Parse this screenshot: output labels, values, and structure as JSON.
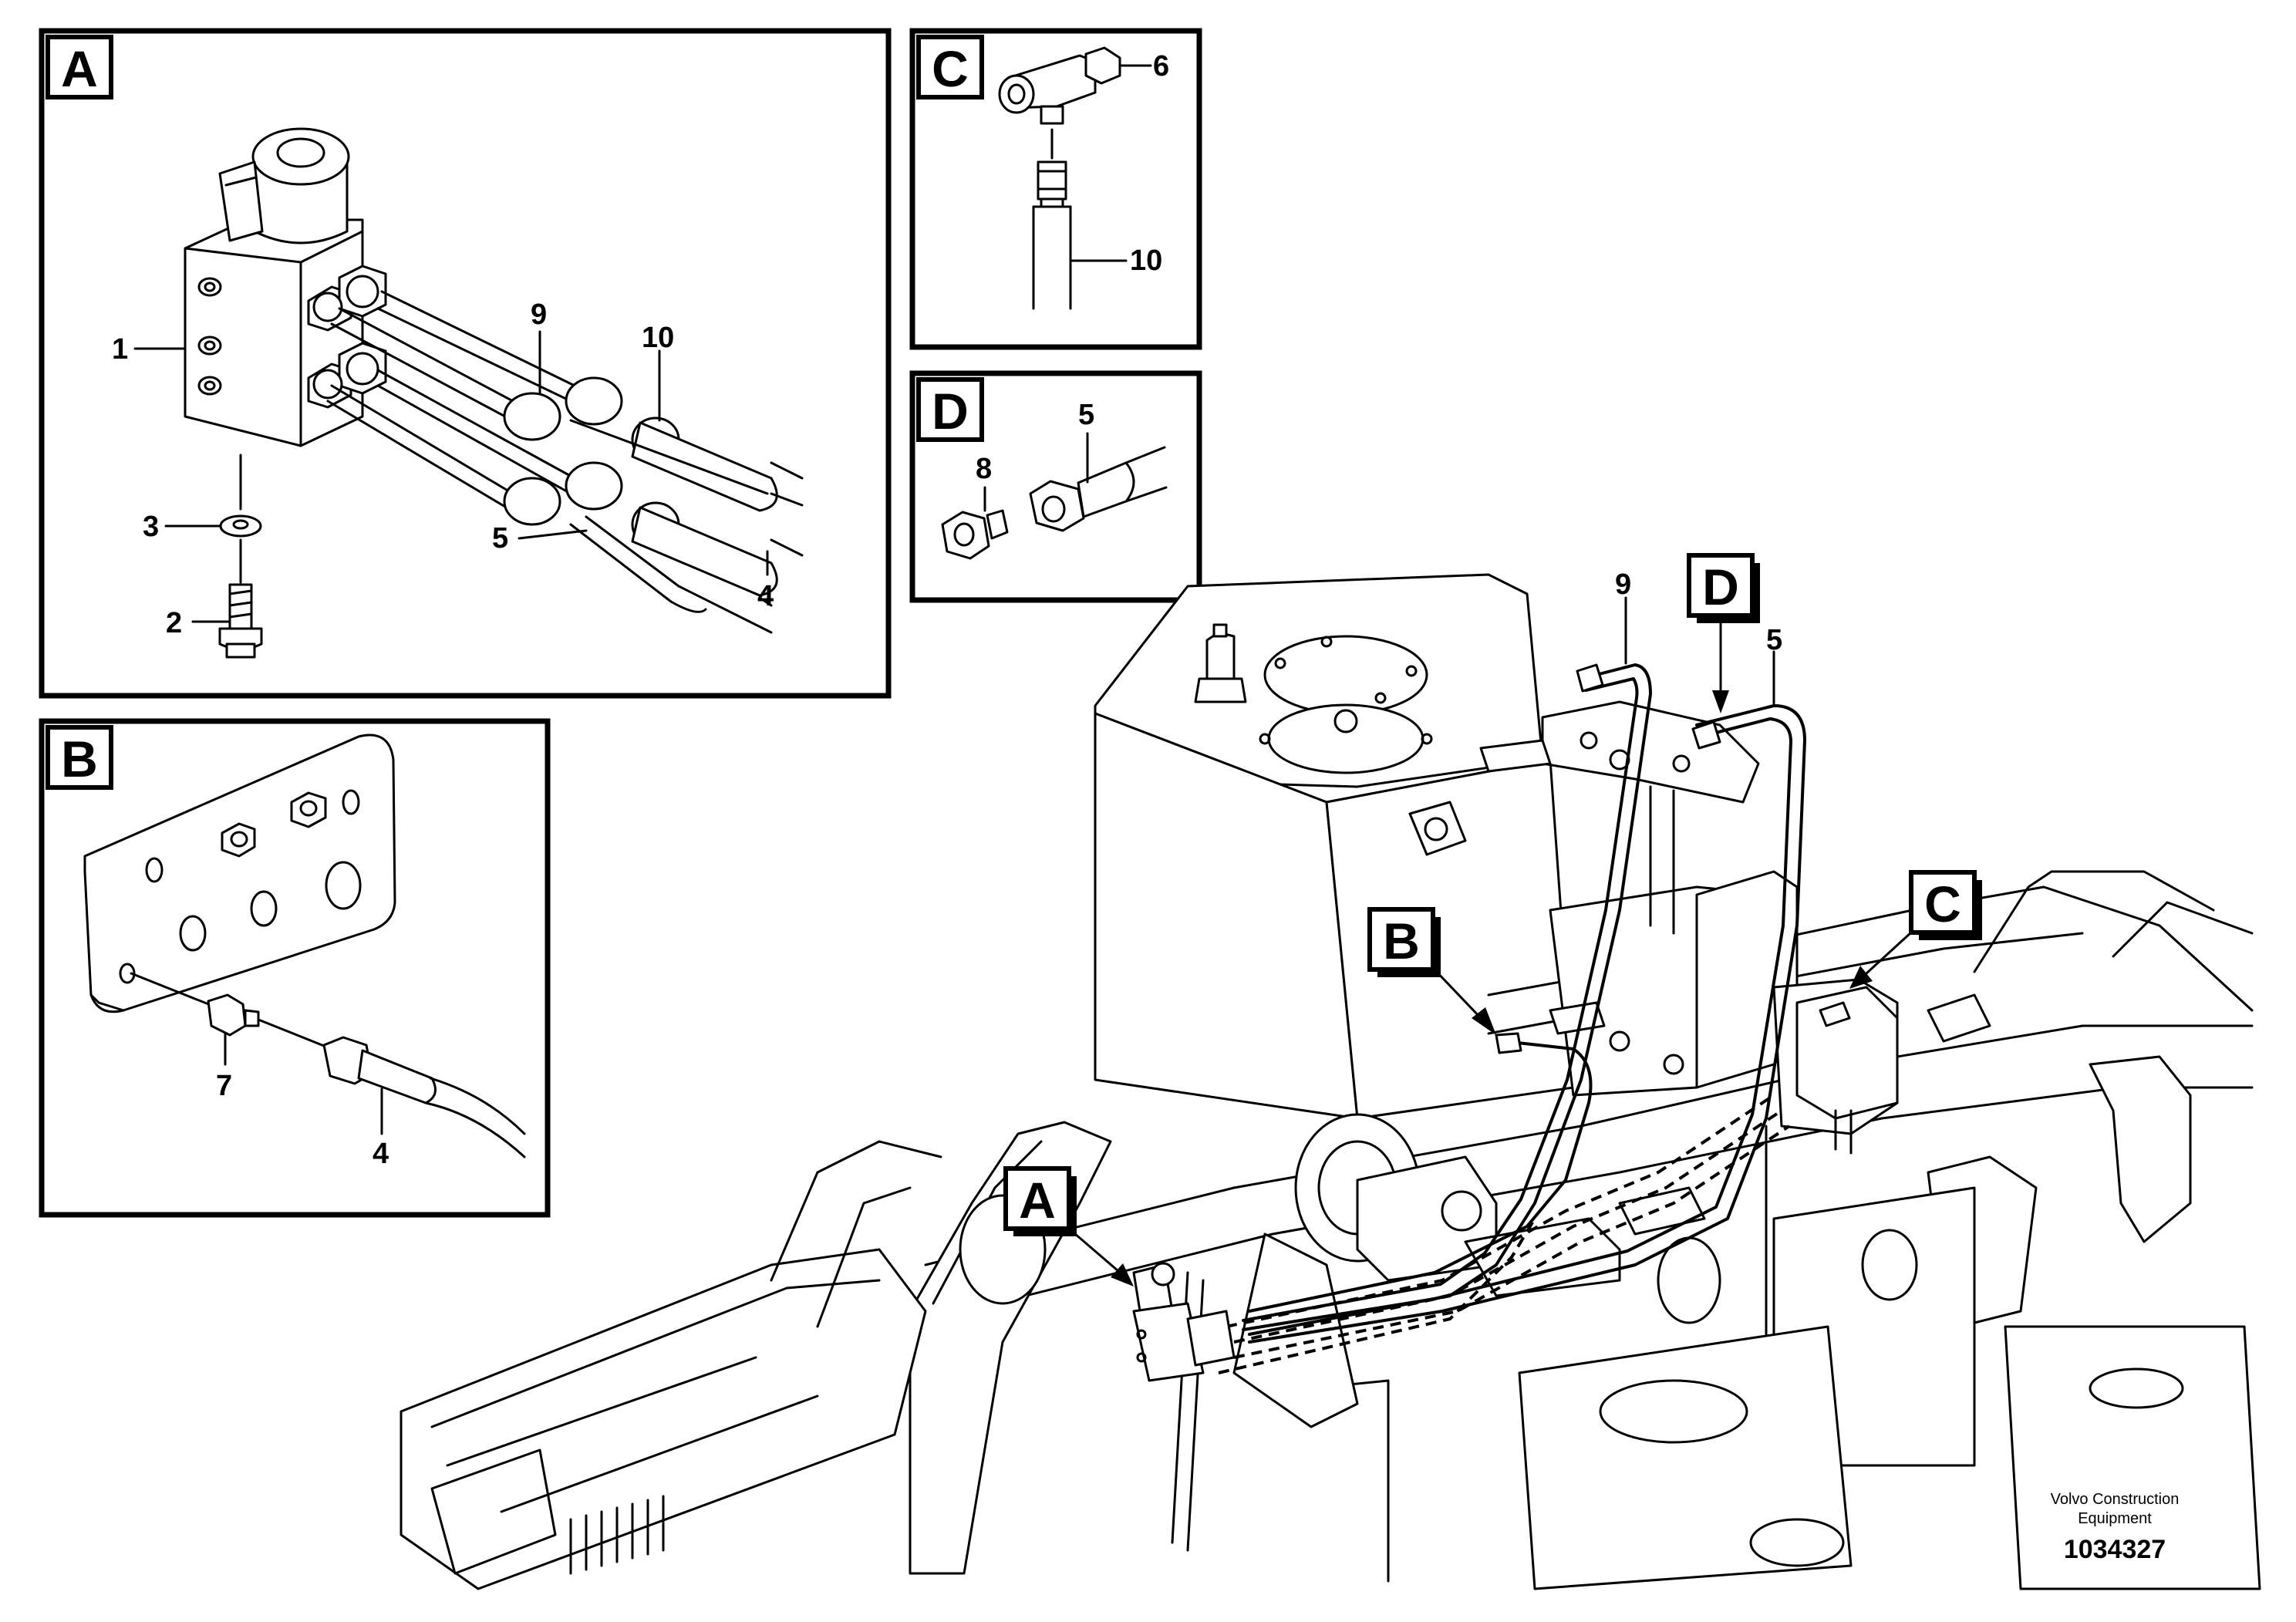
{
  "callouts": {
    "A": "A",
    "B": "B",
    "C": "C",
    "D": "D"
  },
  "part_numbers": {
    "p1": "1",
    "p2": "2",
    "p3": "3",
    "p4a": "4",
    "p4b": "4",
    "p5a": "5",
    "p5b": "5",
    "p5c": "5",
    "p6": "6",
    "p7": "7",
    "p8": "8",
    "p9a": "9",
    "p9b": "9",
    "p10a": "10",
    "p10b": "10"
  },
  "footer": {
    "brand_line1": "Volvo Construction",
    "brand_line2": "Equipment",
    "doc_number": "1034327"
  }
}
